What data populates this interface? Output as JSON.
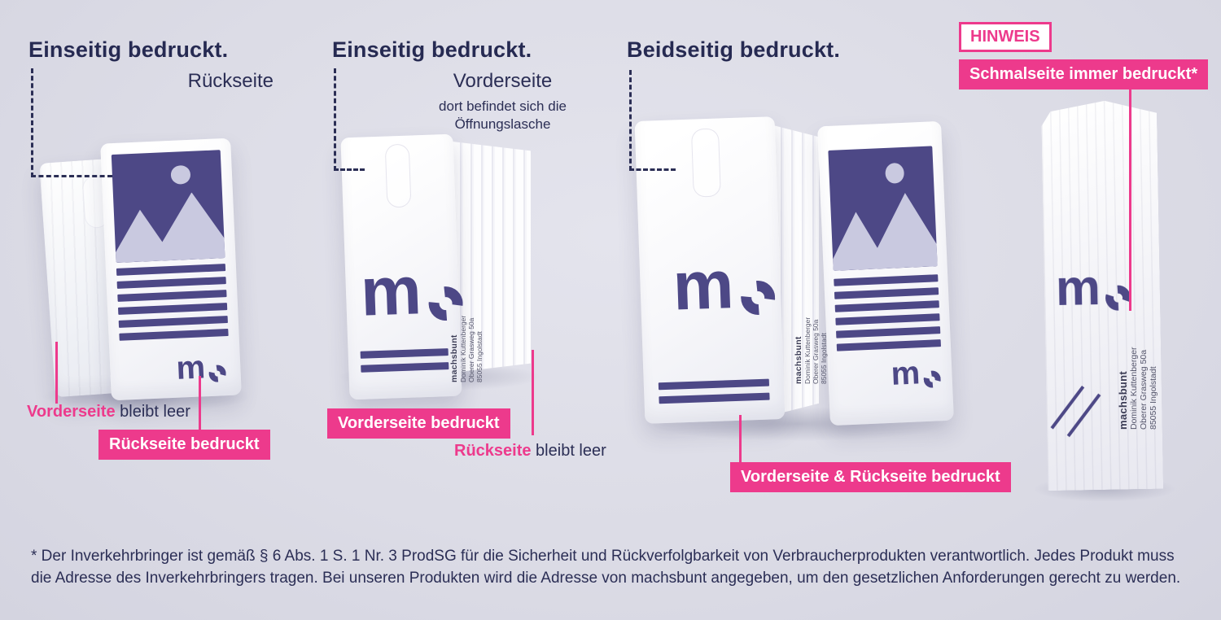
{
  "colors": {
    "background": "#dcdce6",
    "navy": "#2b2e55",
    "pink": "#ed3a8c",
    "print_purple": "#4d4886",
    "print_light": "#c9c9e0",
    "pack_white": "#ffffff"
  },
  "group1": {
    "title": "Einseitig bedruckt.",
    "subtitle": "Rückseite",
    "front_label_highlight": "Vorderseite",
    "front_label_rest": " bleibt leer",
    "back_badge": "Rückseite bedruckt"
  },
  "group2": {
    "title": "Einseitig bedruckt.",
    "subtitle": "Vorderseite",
    "note_line1": "dort befindet sich die",
    "note_line2": "Öffnungslasche",
    "front_badge": "Vorderseite bedruckt",
    "back_label_highlight": "Rückseite",
    "back_label_rest": " bleibt leer"
  },
  "group3": {
    "title": "Beidseitig bedruckt.",
    "badge": "Vorderseite & Rückseite bedruckt"
  },
  "group4": {
    "hinweis_label": "HINWEIS",
    "badge": "Schmalseite immer bedruckt*"
  },
  "logo": {
    "letter": "m"
  },
  "address": {
    "brand": "machsbunt",
    "line1": "Dominik Kuttenberger",
    "line2": "Oberer Grasweg 50a",
    "line3": "85055 Ingolstadt"
  },
  "footnote": {
    "line1": "* Der Inverkehrbringer ist gemäß § 6 Abs. 1 S. 1 Nr. 3 ProdSG für die Sicherheit und Rückverfolgbarkeit von Verbraucherprodukten verantwortlich. Jedes Produkt muss",
    "line2": "die Adresse des Inverkehrbringers tragen. Bei unseren Produkten wird die Adresse von machsbunt angegeben, um den gesetzlichen Anforderungen gerecht zu werden."
  }
}
